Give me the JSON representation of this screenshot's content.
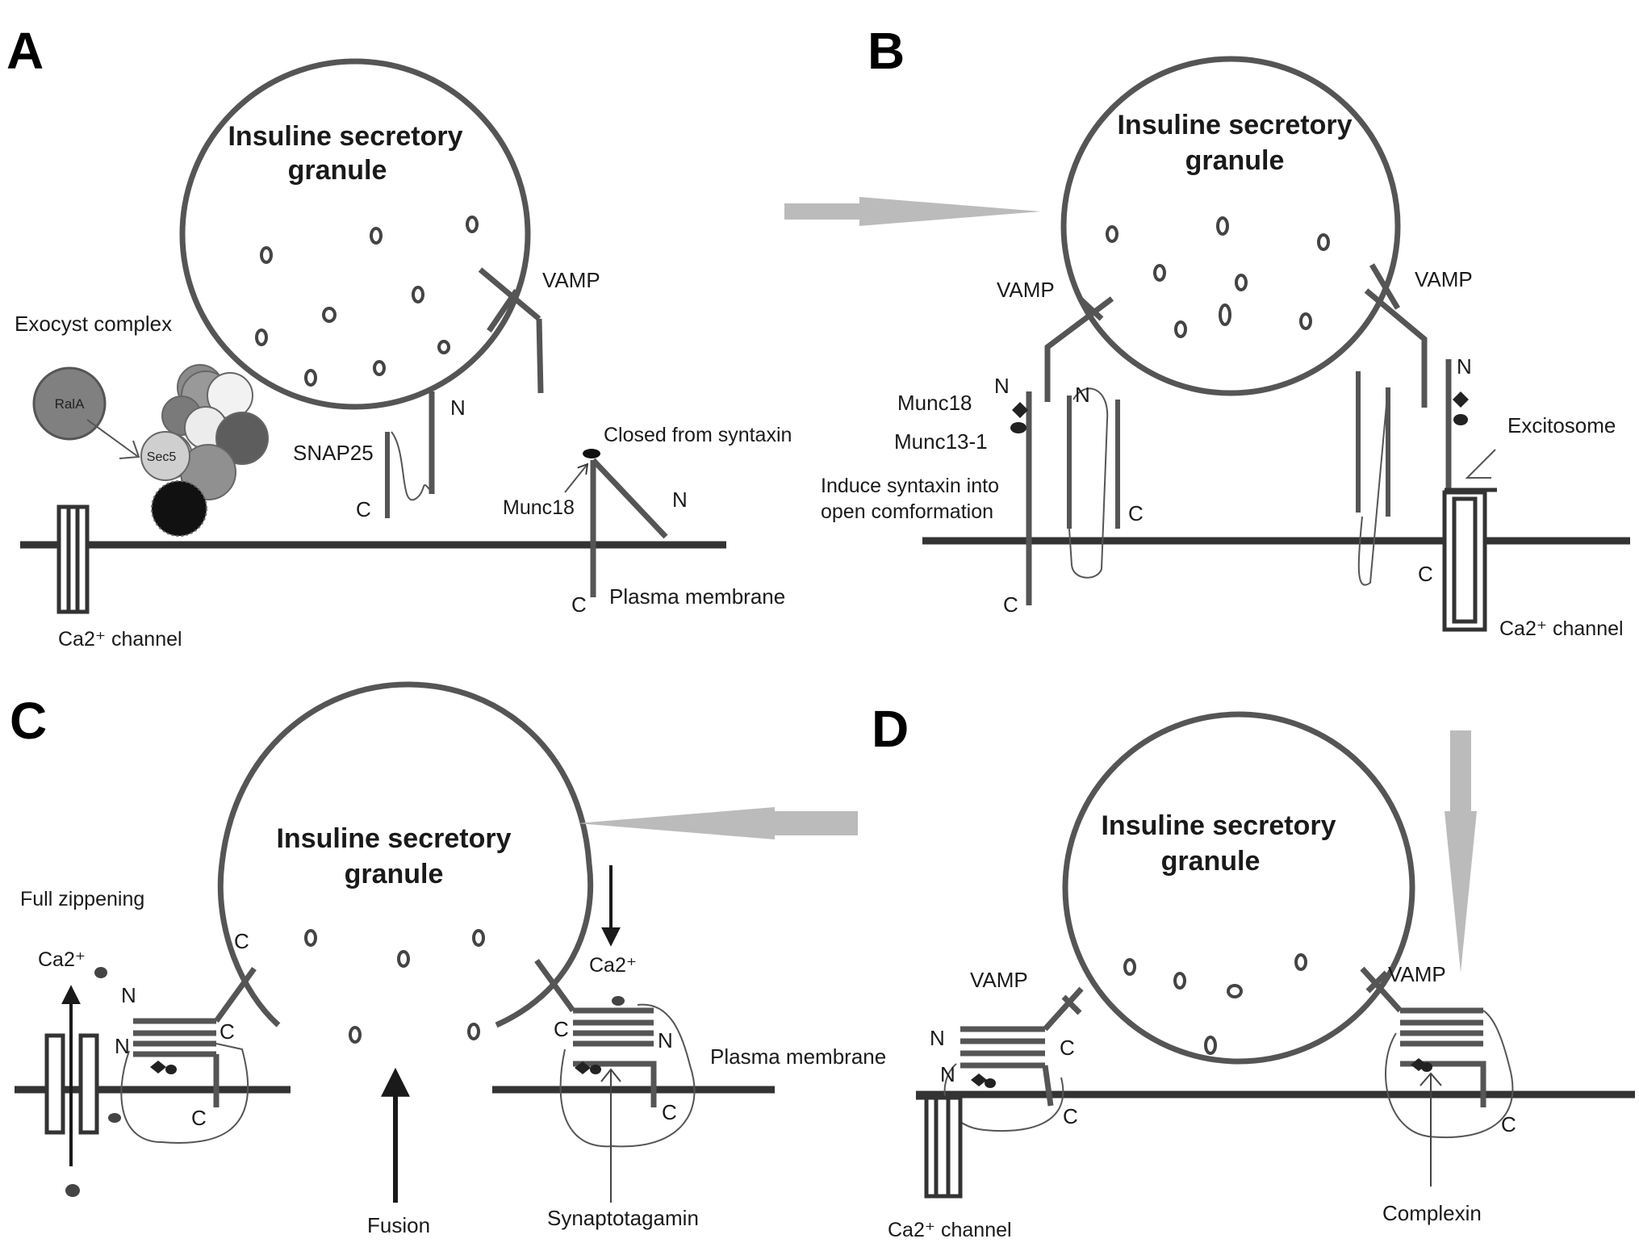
{
  "panels": {
    "A": {
      "letter": "A",
      "granule_title_line1": "Insuline secretory",
      "granule_title_line2": "granule",
      "vamp": "VAMP",
      "exocyst": "Exocyst complex",
      "rala": "RalA",
      "sec5": "Sec5",
      "snap25": "SNAP25",
      "n1": "N",
      "c1": "C",
      "closed_syntaxin": "Closed from syntaxin",
      "munc18": "Munc18",
      "n2": "N",
      "c2": "C",
      "plasma_membrane": "Plasma membrane",
      "ca_channel": "Ca2⁺ channel"
    },
    "B": {
      "letter": "B",
      "granule_title_line1": "Insuline secretory",
      "granule_title_line2": "granule",
      "vamp_left": "VAMP",
      "vamp_right": "VAMP",
      "munc18": "Munc18",
      "munc13": "Munc13-1",
      "induce_line1": "Induce syntaxin into",
      "induce_line2": "open comformation",
      "n_left": "N",
      "n_mid": "N",
      "c_mid": "C",
      "c_left": "C",
      "n_right": "N",
      "excitosome": "Excitosome",
      "c_right": "C",
      "ca_channel": "Ca2⁺ channel"
    },
    "C": {
      "letter": "C",
      "granule_title_line1": "Insuline secretory",
      "granule_title_line2": "granule",
      "full_zippening": "Full zippening",
      "ca_left": "Ca2⁺",
      "ca_right": "Ca2⁺",
      "c_top_left": "C",
      "n_a": "N",
      "n_b": "N",
      "c_a": "C",
      "c_bottom_left": "C",
      "c_right_a": "C",
      "n_right": "N",
      "c_right_b": "C",
      "plasma_membrane": "Plasma membrane",
      "fusion": "Fusion",
      "synaptotagamin": "Synaptotagamin"
    },
    "D": {
      "letter": "D",
      "granule_title_line1": "Insuline secretory",
      "granule_title_line2": "granule",
      "vamp_left": "VAMP",
      "vamp_right": "VAMP",
      "n_a": "N",
      "n_b": "N",
      "c_a": "C",
      "c_b": "C",
      "c_right": "C",
      "ca_channel": "Ca2⁺ channel",
      "complexin": "Complexin"
    }
  }
}
